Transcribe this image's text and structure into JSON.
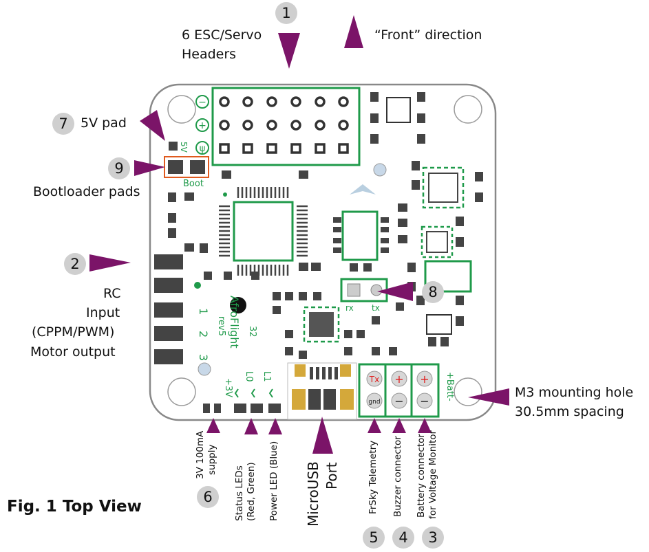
{
  "figure": {
    "caption": "Fig. 1 Top View"
  },
  "labels": {
    "esc_headers_l1": "6 ESC/Servo",
    "esc_headers_l2": "Headers",
    "front": "“Front” direction",
    "pad5v": "5V pad",
    "bootloader": "Bootloader pads",
    "rc_l1": "RC",
    "rc_l2": "Input",
    "rc_l3": "(CPPM/PWM)",
    "rc_l4": "Motor output",
    "mount_l1": "M3 mounting hole",
    "mount_l2": "30.5mm spacing",
    "supply_l1": "3V 100mA",
    "supply_l2": "supply",
    "status_l1": "Status LEDs",
    "status_l2": "(Red, Green)",
    "power_led": "Power LED (Blue)",
    "usb_l1": "MicroUSB",
    "usb_l2": "Port",
    "frsky": "FrSky Telemetry",
    "buzzer": "Buzzer connector",
    "batt_l1": "Battery connector",
    "batt_l2": "for Voltage Monitor"
  },
  "callouts": {
    "n1": "1",
    "n2": "2",
    "n3": "3",
    "n4": "4",
    "n5": "5",
    "n6": "6",
    "n7": "7",
    "n8": "8",
    "n9": "9"
  },
  "silkscreen": {
    "minus": "−",
    "plus": "+",
    "signal": "ψ",
    "v5": "5V",
    "boot": "Boot",
    "name": "AfroFlight",
    "n32": "32",
    "rev": "rev5",
    "ch1": "1",
    "ch2": "2",
    "ch3": "3",
    "v3": "+3V",
    "l0": "L0",
    "l1": "L1",
    "rx": "rx",
    "tx": "tx",
    "tx_pad": "Tx",
    "gnd_pad": "gnd",
    "batt": "+Batt-"
  },
  "colors": {
    "pcb_green": "#1f9a4a",
    "arrow_purple": "#7b1468",
    "outline_gray": "#888888",
    "callout_gray": "#cfcfcf",
    "boot_orange": "#e05a1e",
    "pad_gold": "#d4a83a",
    "plus_red": "#e01b1b"
  }
}
